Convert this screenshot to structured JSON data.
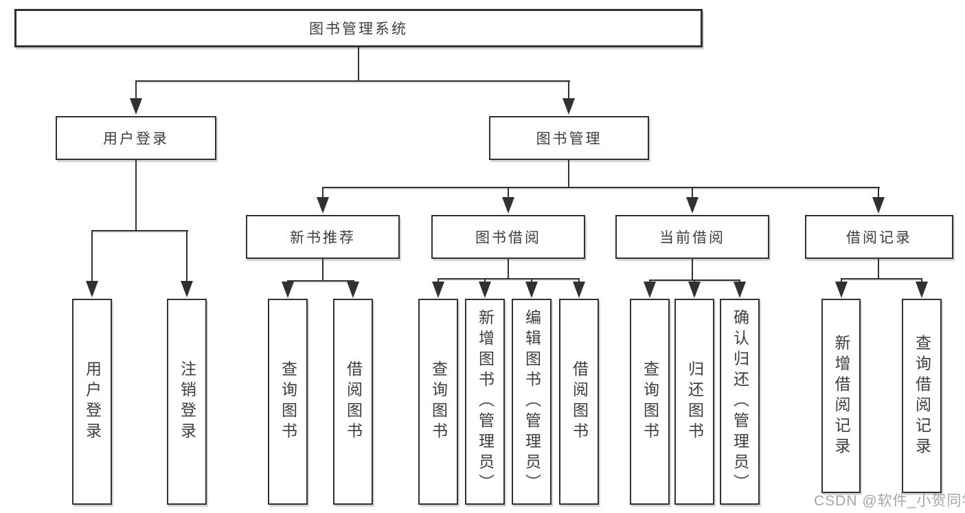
{
  "diagram": {
    "title": "图书管理系统",
    "watermark": "CSDN @软件_小贺同学",
    "colors": {
      "line": "#313131",
      "text": "#3d3d3d",
      "background": "#ffffff",
      "watermark": "#969696"
    },
    "login": {
      "label": "用户登录",
      "children": [
        {
          "label": "用户登录"
        },
        {
          "label": "注销登录"
        }
      ]
    },
    "management": {
      "label": "图书管理",
      "sections": [
        {
          "label": "新书推荐",
          "children": [
            {
              "label": "查询图书"
            },
            {
              "label": "借阅图书"
            }
          ]
        },
        {
          "label": "图书借阅",
          "children": [
            {
              "label": "查询图书"
            },
            {
              "label": "新增图书（管理员）"
            },
            {
              "label": "编辑图书（管理员）"
            },
            {
              "label": "借阅图书"
            }
          ]
        },
        {
          "label": "当前借阅",
          "children": [
            {
              "label": "查询图书"
            },
            {
              "label": "归还图书"
            },
            {
              "label": "确认归还（管理员）"
            }
          ]
        },
        {
          "label": "借阅记录",
          "children": [
            {
              "label": "新增借阅记录"
            },
            {
              "label": "查询借阅记录"
            }
          ]
        }
      ]
    }
  }
}
